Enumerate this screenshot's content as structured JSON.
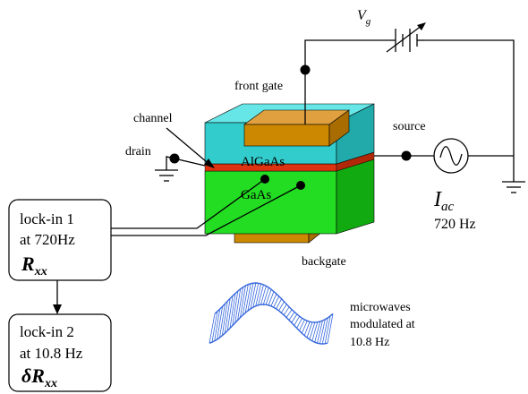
{
  "labels": {
    "vg_main": "V",
    "vg_sub": "g",
    "front_gate": "front gate",
    "channel": "channel",
    "drain": "drain",
    "source": "source",
    "algaas": "AlGaAs",
    "gaas": "GaAs",
    "backgate": "backgate",
    "iac_main": "I",
    "iac_sub": "ac",
    "iac_freq": "720 Hz"
  },
  "lockin1": {
    "line1": "lock-in 1",
    "line2": "at 720Hz",
    "sym": "R",
    "sub": "xx"
  },
  "lockin2": {
    "line1": "lock-in 2",
    "line2": "at 10.8 Hz",
    "sym": "δR",
    "sub": "xx"
  },
  "microwaves": {
    "line1": "microwaves",
    "line2": "modulated  at",
    "line3": "10.8 Hz"
  },
  "colors": {
    "cyan_front": "#33cccc",
    "cyan_top": "#66e6e6",
    "green_front": "#22dd22",
    "green_side": "#11aa11",
    "orange": "#cc8800",
    "orange_top": "#e0a040",
    "red_channel": "#dd3311",
    "wave": "#3366dd"
  }
}
